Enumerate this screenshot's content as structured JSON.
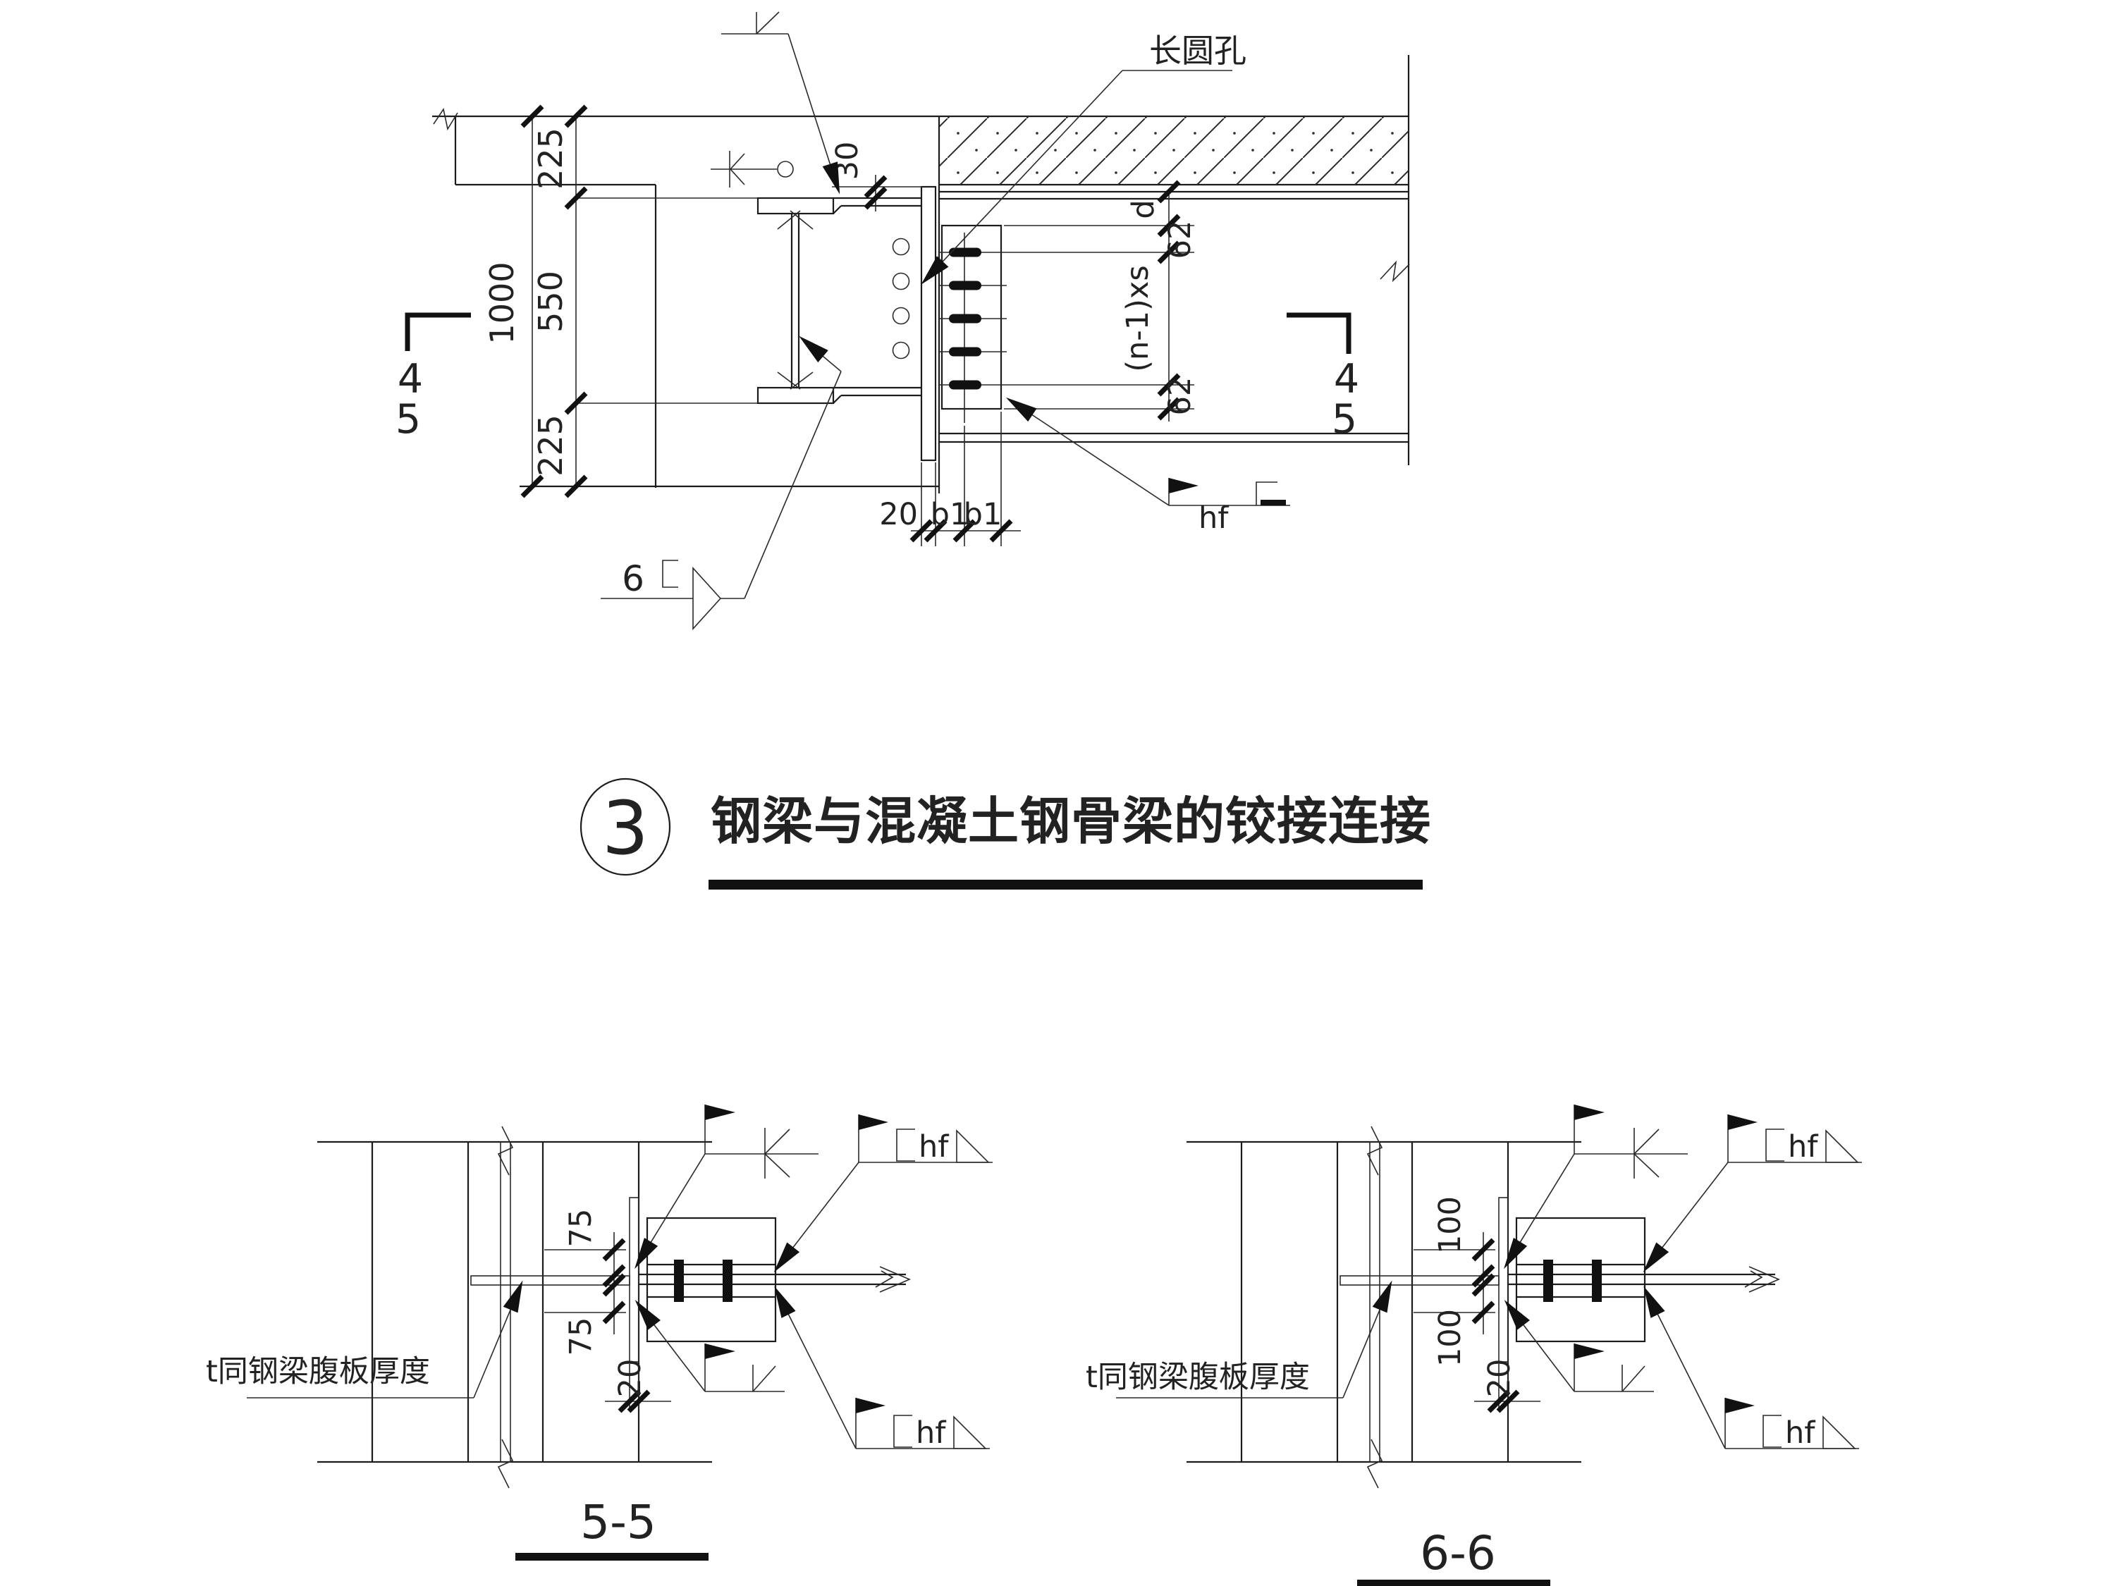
{
  "drawing": {
    "line_color": "#1c1c1c",
    "background": "#ffffff",
    "title": {
      "number": "3",
      "text": "钢梁与混凝土钢骨梁的铰接连接"
    },
    "top_detail": {
      "slot_hole_label": "长圆孔",
      "dim_plate_offset": "30",
      "dim_overall": "1000",
      "dim_left_top": "225",
      "dim_left_mid": "550",
      "dim_left_bottom": "225",
      "dim_d": "d",
      "dim_62_top": "62",
      "dim_bolt_spacing": "(n-1)xs",
      "dim_62_bottom": "62",
      "dim_20": "20",
      "dim_b1_left": "b1",
      "dim_b1_right": "b1",
      "weld_size": "hf",
      "section_left_top": "4",
      "section_left_bottom": "5",
      "section_right_top": "4",
      "section_right_bottom": "5",
      "section_6": "6"
    },
    "section_5_5": {
      "title": "5-5",
      "dim_above": "75",
      "dim_below": "75",
      "dim_plate": "20",
      "note": "t同钢梁腹板厚度",
      "weld_top": "hf",
      "weld_bottom": "hf"
    },
    "section_6_6": {
      "title": "6-6",
      "dim_above": "100",
      "dim_below": "100",
      "dim_plate": "20",
      "note": "t同钢梁腹板厚度",
      "weld_top": "hf",
      "weld_bottom": "hf"
    }
  }
}
